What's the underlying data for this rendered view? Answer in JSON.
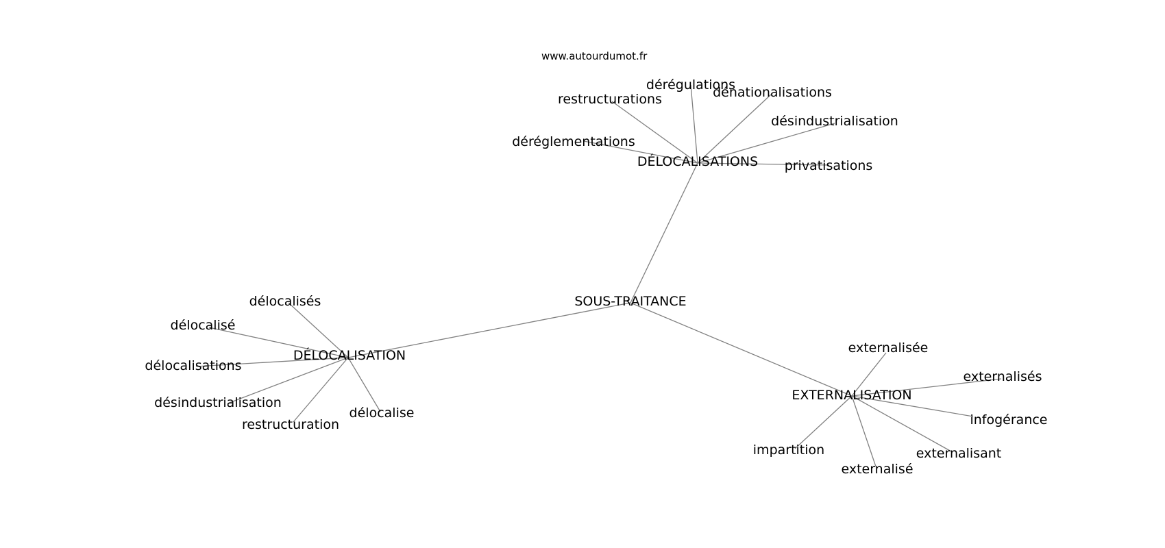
{
  "watermark": "www.autourdumot.fr",
  "colors": {
    "edge": "#808080",
    "text": "#000000",
    "background": "#ffffff"
  },
  "center": "SOUS-TRAITANCE",
  "hubs": [
    {
      "label": "DÉLOCALISATIONS",
      "leaves": [
        "dérégulations",
        "restructurations",
        "dénationalisations",
        "désindustrialisation",
        "déréglementations",
        "privatisations"
      ]
    },
    {
      "label": "DÉLOCALISATION",
      "leaves": [
        "délocalisés",
        "délocalisé",
        "délocalisations",
        "désindustrialisation",
        "restructuration",
        "délocalise"
      ]
    },
    {
      "label": "EXTERNALISATION",
      "leaves": [
        "externalisée",
        "externalisés",
        "infogérance",
        "externalisant",
        "externalisé",
        "impartition"
      ]
    }
  ]
}
